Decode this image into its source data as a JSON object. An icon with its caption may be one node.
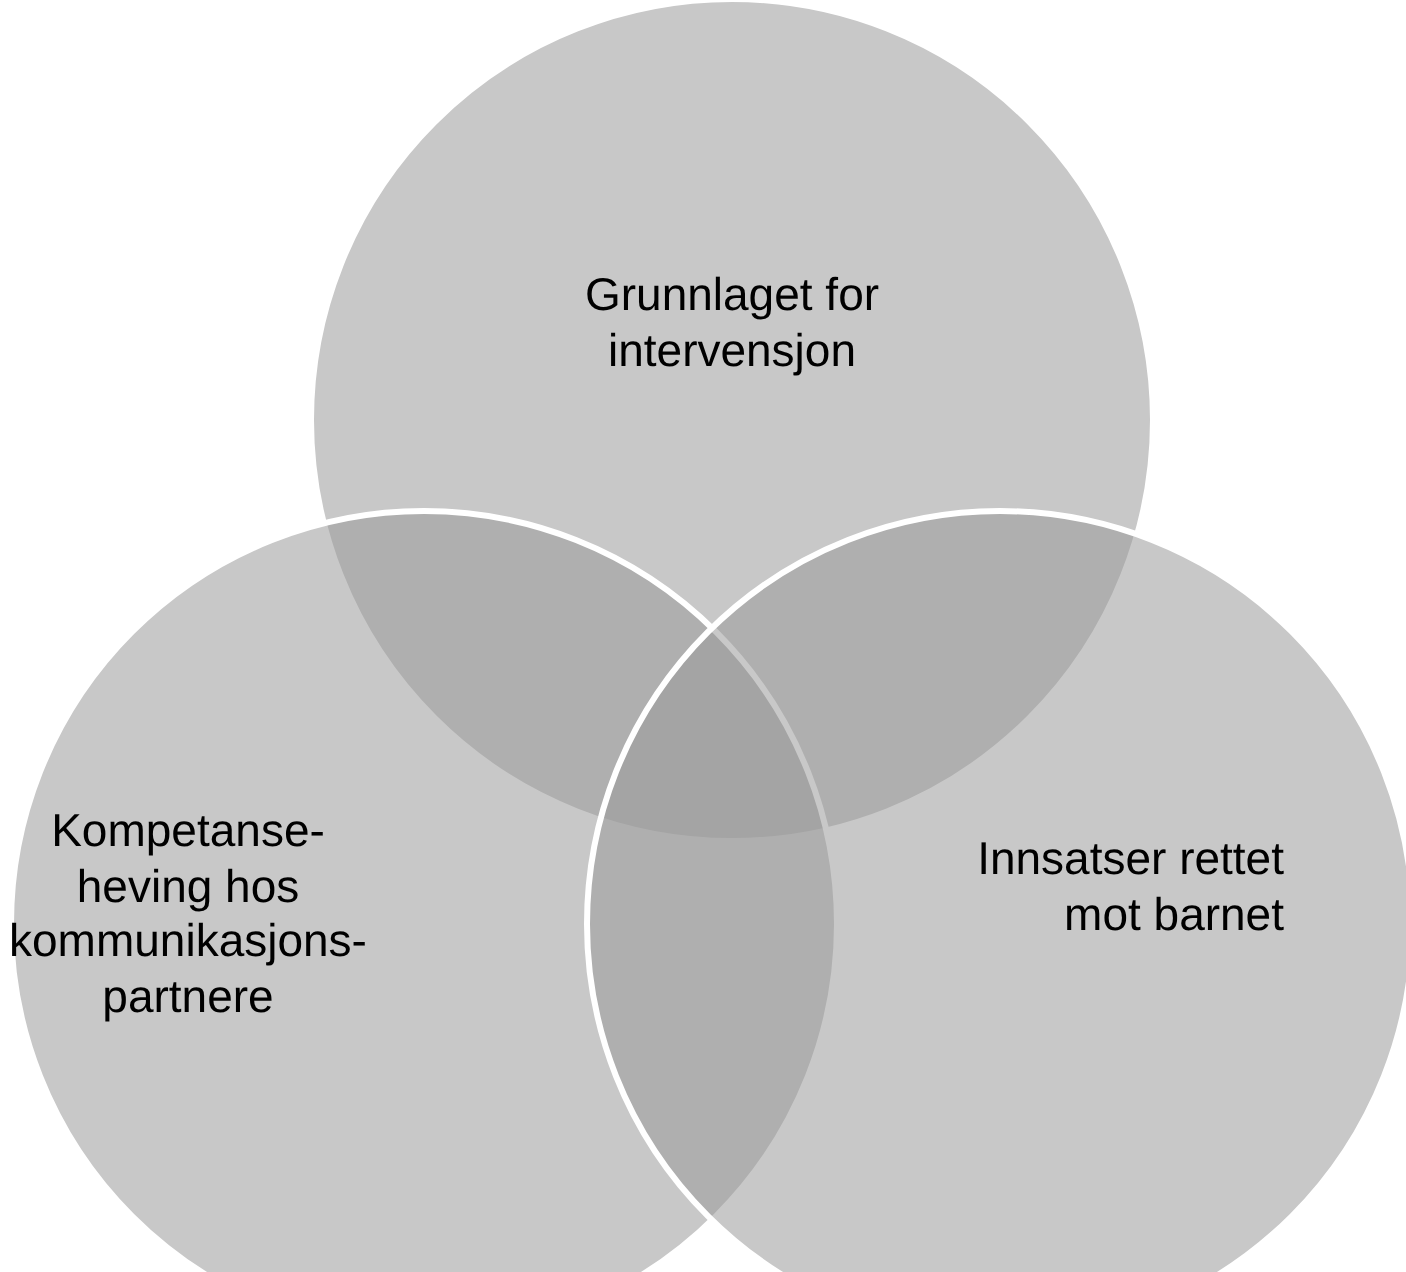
{
  "diagram": {
    "nodes": [
      {
        "text": [
          "Grunnlaget for intervensjon"
        ]
      },
      {
        "text": [
          "Kompetanse-heving hos kommunikasjons-partnere"
        ]
      },
      {
        "text": [
          "Innsatser rettet mot barnet"
        ]
      }
    ]
  }
}
